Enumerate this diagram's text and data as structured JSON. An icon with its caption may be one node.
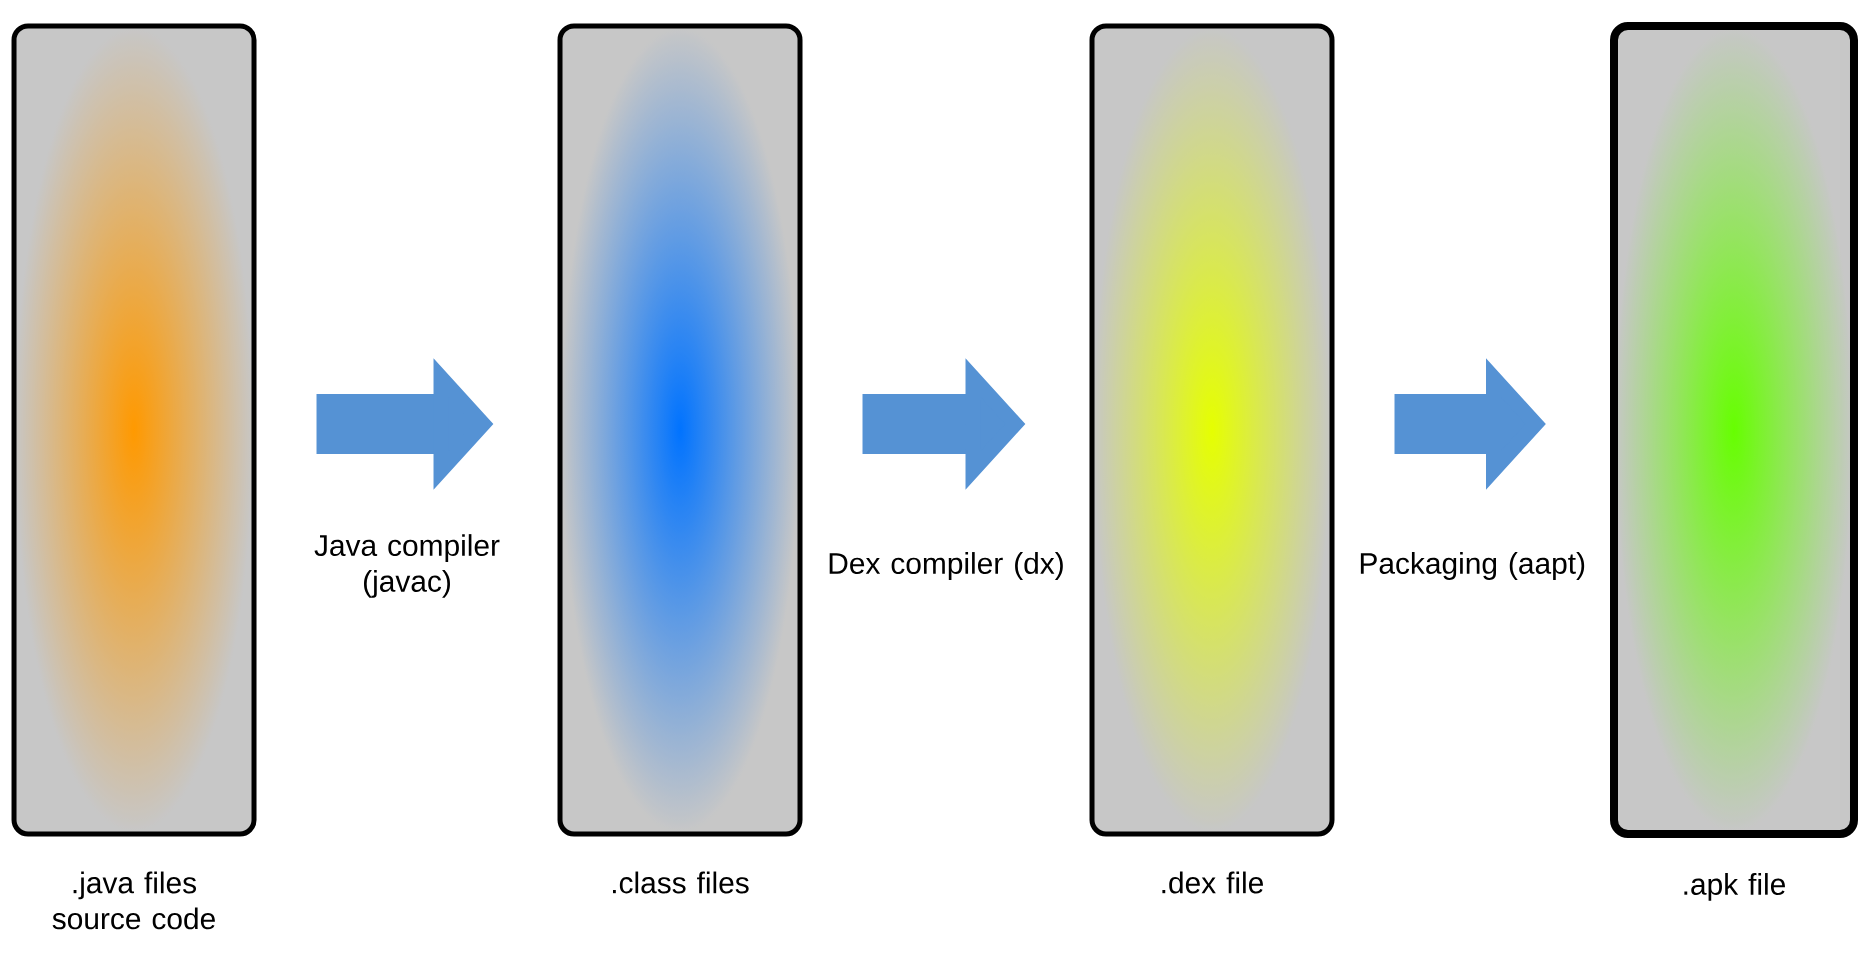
{
  "diagram": {
    "nodes": [
      {
        "text": [
          ".java files source code"
        ]
      },
      {
        "text": [
          ".class files"
        ]
      },
      {
        "text": [
          ".dex file"
        ]
      },
      {
        "text": [
          ".apk file"
        ]
      }
    ],
    "edges": [
      {
        "from": 0,
        "to": 1,
        "arrow": "to",
        "label": "Java compiler (javac)"
      },
      {
        "from": 1,
        "to": 2,
        "arrow": "to",
        "label": "Dex compiler (dx)"
      },
      {
        "from": 2,
        "to": 3,
        "arrow": "to",
        "label": "Packaging (aapt)"
      }
    ]
  }
}
